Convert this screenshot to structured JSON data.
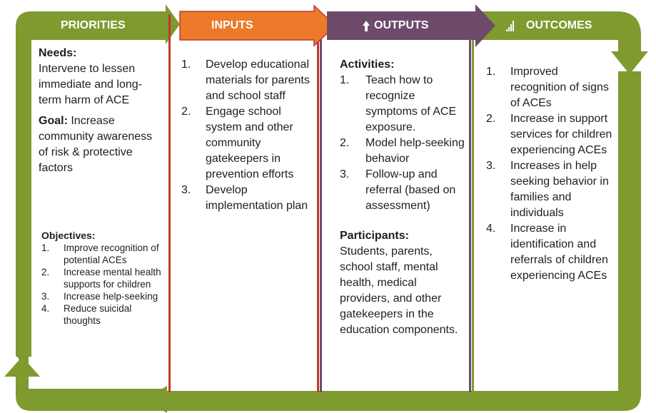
{
  "colors": {
    "frame_green": "#7f9a2e",
    "inputs_orange": "#ec7a2a",
    "outputs_purple": "#6e4a6a",
    "divider_red": "#c0392b"
  },
  "headers": {
    "priorities": "PRIORITIES",
    "inputs": "INPUTS",
    "outputs": "OUTPUTS",
    "outcomes": "OUTCOMES",
    "outputs_icon": "up-arrow-icon",
    "outcomes_icon": "bar-chart-icon"
  },
  "priorities": {
    "needs_label": "Needs:",
    "needs_text": "Intervene to lessen immediate and long-term harm of ACE",
    "goal_label": "Goal:",
    "goal_text": "Increase community awareness of risk & protective factors",
    "objectives_label": "Objectives:",
    "objectives": [
      {
        "num": "1.",
        "text": "Improve recognition of potential ACEs"
      },
      {
        "num": "2.",
        "text": "Increase mental health supports for children"
      },
      {
        "num": "3.",
        "text": "Increase help-seeking"
      },
      {
        "num": "4.",
        "text": "Reduce suicidal thoughts"
      }
    ]
  },
  "inputs": {
    "items": [
      {
        "num": "1.",
        "text": "Develop educational materials for parents and school staff"
      },
      {
        "num": "2.",
        "text": "Engage school system and other community gatekeepers in prevention efforts"
      },
      {
        "num": "3.",
        "text": "Develop implementation plan"
      }
    ]
  },
  "outputs": {
    "activities_label": "Activities:",
    "activities": [
      {
        "num": "1.",
        "text": "Teach how to recognize symptoms of ACE exposure."
      },
      {
        "num": "2.",
        "text": "Model help-seeking behavior"
      },
      {
        "num": "3.",
        "text": "Follow-up and referral (based on assessment)"
      }
    ],
    "participants_label": "Participants:",
    "participants_text": "Students, parents, school staff, mental health, medical providers, and other gatekeepers in the education components."
  },
  "outcomes": {
    "items": [
      {
        "num": "1.",
        "text": "Improved recognition of signs of ACEs"
      },
      {
        "num": "2.",
        "text": "Increase in support services for children experiencing ACEs"
      },
      {
        "num": "3.",
        "text": "Increases in help seeking behavior in families and individuals"
      },
      {
        "num": "4.",
        "text": "Increase in identification and referrals of children experiencing ACEs"
      }
    ]
  }
}
